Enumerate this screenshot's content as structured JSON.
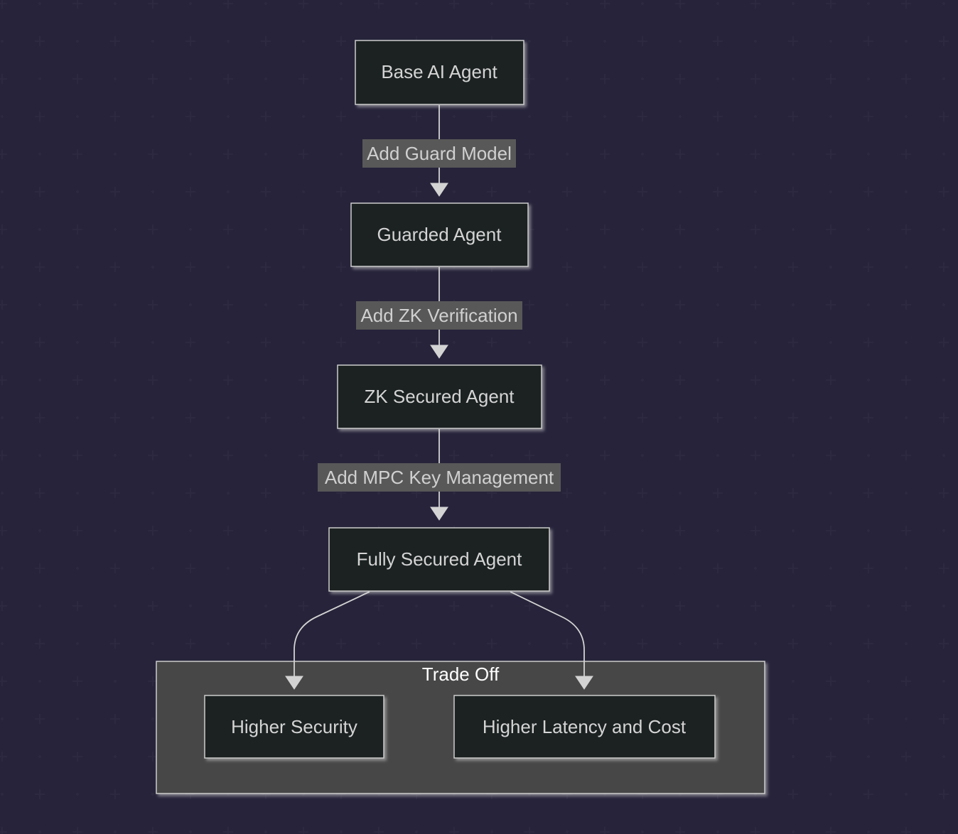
{
  "diagram": {
    "type": "flowchart",
    "direction": "top-down",
    "colors": {
      "background": "#171421",
      "grid_marks": "#2c2940",
      "node_fill": "#1f2020",
      "node_border": "#cccccc",
      "edge": "#d3d3d3",
      "edge_label_bg": "#585858",
      "cluster_fill": "#474747",
      "cluster_border": "#cccccc"
    },
    "nodes": {
      "base": "Base AI Agent",
      "guarded": "Guarded Agent",
      "zk": "ZK Secured Agent",
      "full": "Fully Secured Agent",
      "security": "Higher Security",
      "latency": "Higher Latency and Cost"
    },
    "edges": {
      "guard": "Add Guard Model",
      "zk": "Add ZK Verification",
      "mpc": "Add MPC Key Management"
    },
    "cluster": {
      "title": "Trade Off"
    }
  }
}
